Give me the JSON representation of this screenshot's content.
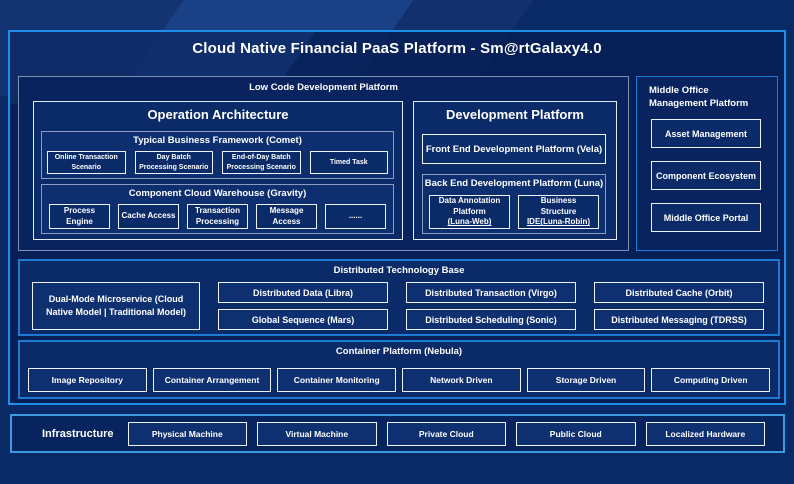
{
  "title": "Cloud Native Financial PaaS Platform - Sm@rtGalaxy4.0",
  "colors": {
    "background": "#0a2a66",
    "panel_fill": "#0a2a68",
    "outer_border": "#1d8fe8",
    "section_border": "#1d7ad2",
    "light_border": "#eef3f9",
    "gray_border": "#8a9cc0",
    "infra_border": "#3d9ae0",
    "text": "#ffffff"
  },
  "lowcode": {
    "label": "Low Code Development Platform",
    "operation_architecture": {
      "title": "Operation Architecture",
      "comet": {
        "title": "Typical Business Framework (Comet)",
        "items": [
          "Online Transaction Scenario",
          "Day Batch Processing Scenario",
          "End-of-Day Batch Processing Scenario",
          "Timed Task"
        ]
      },
      "gravity": {
        "title": "Component Cloud Warehouse (Gravity)",
        "items": [
          "Process Engine",
          "Cache Access",
          "Transaction Processing",
          "Message Access",
          "......"
        ]
      }
    },
    "development_platform": {
      "title": "Development Platform",
      "vela_label": "Front End Development Platform (Vela)",
      "luna": {
        "title": "Back End Development Platform (Luna)",
        "items": [
          {
            "line1": "Data Annotation",
            "line2": "Platform",
            "line3": "(Luna-Web)"
          },
          {
            "line1": "Business",
            "line2": "Structure",
            "line3": "IDE(Luna-Robin)"
          }
        ]
      }
    }
  },
  "middle_office": {
    "label": "Middle Office Management Platform",
    "items": [
      "Asset Management",
      "Component Ecosystem",
      "Middle Office Portal"
    ]
  },
  "distributed": {
    "label": "Distributed Technology Base",
    "dual_mode": "Dual-Mode Microservice (Cloud Native Model | Traditional Model)",
    "columns": [
      [
        "Distributed Data (Libra)",
        "Global Sequence (Mars)"
      ],
      [
        "Distributed Transaction (Virgo)",
        "Distributed Scheduling (Sonic)"
      ],
      [
        "Distributed Cache (Orbit)",
        "Distributed Messaging (TDRSS)"
      ]
    ]
  },
  "container_platform": {
    "label": "Container Platform (Nebula)",
    "items": [
      "Image Repository",
      "Container Arrangement",
      "Container Monitoring",
      "Network Driven",
      "Storage Driven",
      "Computing Driven"
    ]
  },
  "infrastructure": {
    "label": "Infrastructure",
    "items": [
      "Physical Machine",
      "Virtual Machine",
      "Private Cloud",
      "Public Cloud",
      "Localized Hardware"
    ]
  }
}
